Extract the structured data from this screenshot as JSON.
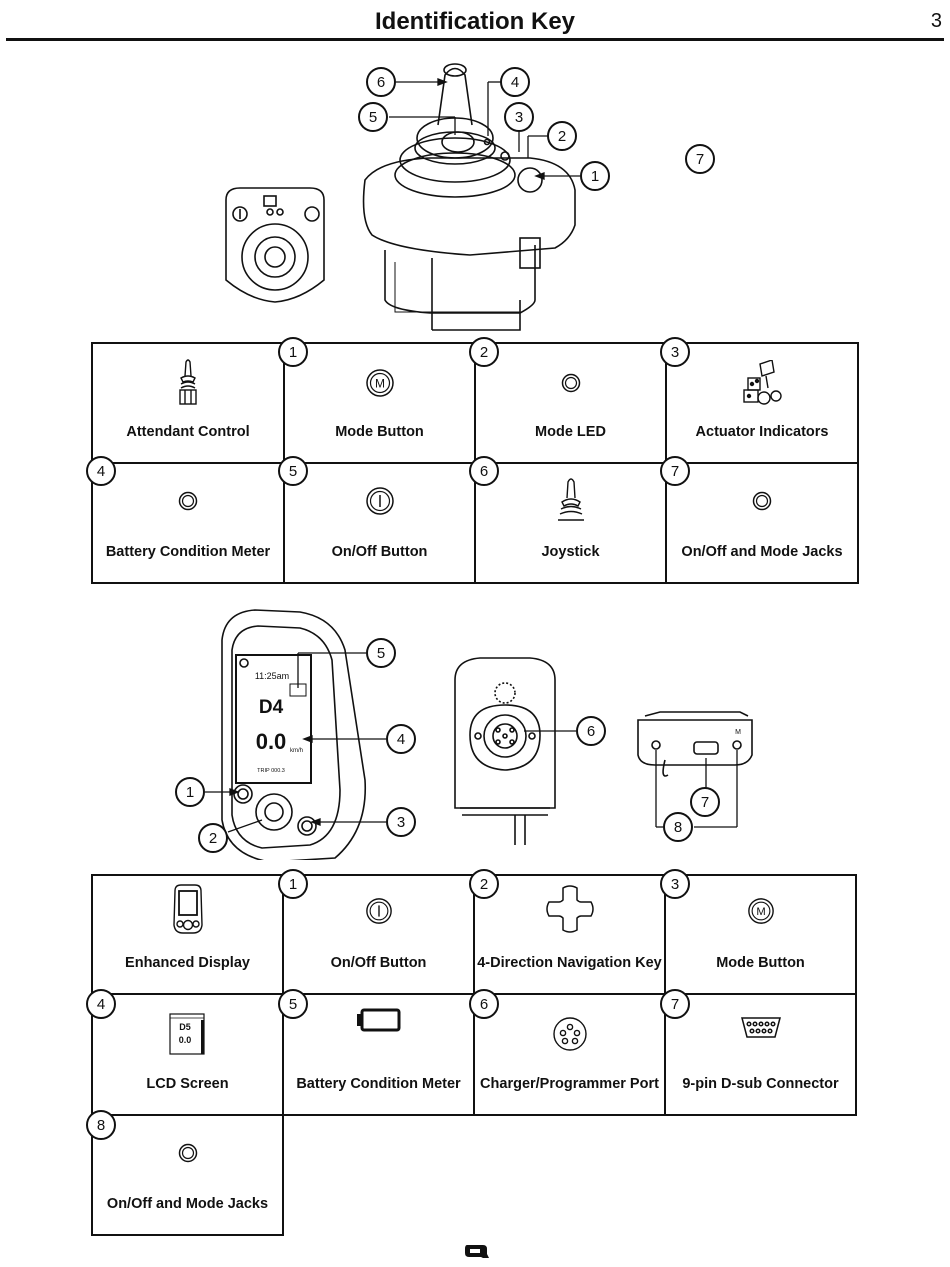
{
  "header": {
    "title": "Identification Key",
    "page_number": "3"
  },
  "figure1": {
    "callouts": [
      "6",
      "4",
      "5",
      "3",
      "2",
      "1",
      "7"
    ]
  },
  "table1": {
    "items": [
      {
        "num": "",
        "label": "Attendant Control",
        "icon": "attendant-control-icon"
      },
      {
        "num": "1",
        "label": "Mode Button",
        "icon": "mode-button-icon"
      },
      {
        "num": "2",
        "label": "Mode LED",
        "icon": "led-icon"
      },
      {
        "num": "3",
        "label": "Actuator Indicators",
        "icon": "actuator-indicators-icon"
      },
      {
        "num": "4",
        "label": "Battery Condition Meter",
        "icon": "led-icon"
      },
      {
        "num": "5",
        "label": "On/Off Button",
        "icon": "power-button-icon"
      },
      {
        "num": "6",
        "label": "Joystick",
        "icon": "joystick-icon"
      },
      {
        "num": "7",
        "label": "On/Off and Mode Jacks",
        "icon": "jack-icon"
      }
    ]
  },
  "figure2": {
    "display_time": "11:25am",
    "display_drive": "D4",
    "display_speed": "0.0",
    "display_unit": "km/h",
    "display_trip": "TRIP 000.3",
    "callouts": [
      "5",
      "4",
      "1",
      "2",
      "3",
      "6",
      "7",
      "8"
    ]
  },
  "table2": {
    "items": [
      {
        "num": "",
        "label": "Enhanced Display",
        "icon": "enhanced-display-icon"
      },
      {
        "num": "1",
        "label": "On/Off Button",
        "icon": "power-button-icon"
      },
      {
        "num": "2",
        "label": "4-Direction Navigation Key",
        "icon": "nav-key-icon"
      },
      {
        "num": "3",
        "label": "Mode Button",
        "icon": "mode-button-icon"
      },
      {
        "num": "4",
        "label": "LCD Screen",
        "icon": "lcd-screen-icon"
      },
      {
        "num": "5",
        "label": "Battery Condition Meter",
        "icon": "battery-icon"
      },
      {
        "num": "6",
        "label": "Charger/Programmer Port",
        "icon": "charger-port-icon"
      },
      {
        "num": "7",
        "label": "9-pin D-sub Connector",
        "icon": "dsub-connector-icon"
      },
      {
        "num": "8",
        "label": "On/Off and Mode Jacks",
        "icon": "jack-icon"
      }
    ],
    "lcd_icon_text": {
      "drive": "D5",
      "speed": "0.0"
    }
  },
  "footer": {
    "logo": "Q"
  }
}
